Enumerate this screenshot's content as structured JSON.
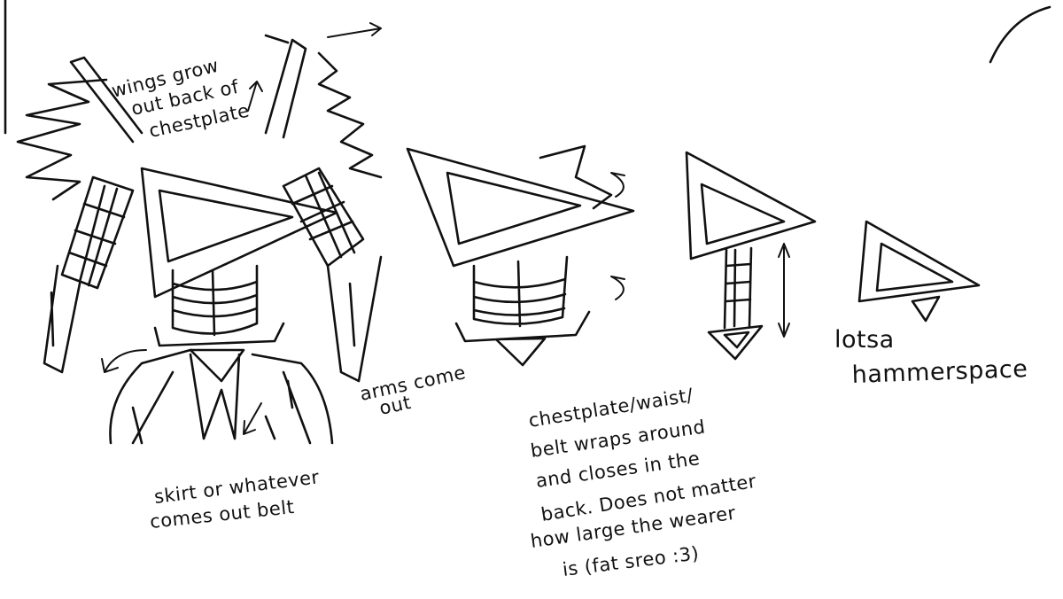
{
  "canvas": {
    "background": "#ffffff",
    "ink_color": "#111111"
  },
  "annotations": {
    "wings": [
      "wings grow",
      "out back of",
      "chestplate"
    ],
    "skirt": [
      "skirt or whatever",
      "comes out belt"
    ],
    "arms": [
      "arms come",
      "out"
    ],
    "belt": [
      "chestplate/waist/",
      "belt wraps around",
      "and closes in the",
      "back. Does not matter",
      "how large the wearer",
      "is (fat sreo :3)"
    ],
    "hammerspace": [
      "lotsa",
      "hammerspace"
    ]
  }
}
